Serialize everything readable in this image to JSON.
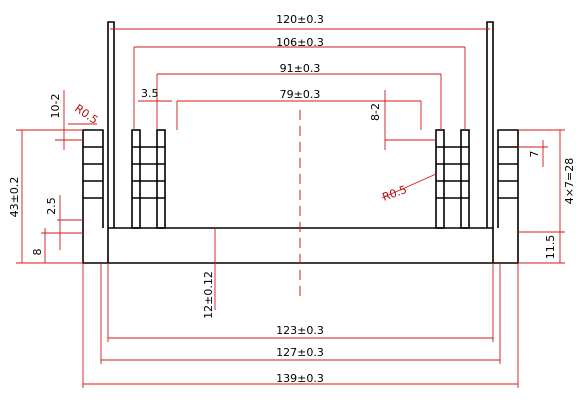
{
  "dimensions": {
    "top_outer": "120±0.3",
    "top_second": "106±0.3",
    "top_third": "91±0.3",
    "top_inner": "79±0.3",
    "bottom_inner": "123±0.3",
    "bottom_mid": "127±0.3",
    "bottom_outer": "139±0.3",
    "height_total": "43±0.2",
    "thickness_center": "12±0.12",
    "fin_gap": "3.5",
    "fin_pitch_top_left": "10-2",
    "fin_pitch_top_right": "8-2",
    "radius_left": "R0.5",
    "radius_right": "R0.5",
    "fin_thickness": "2.5",
    "base_left": "8",
    "fin_pitch": "7",
    "fin_span": "4×7=28",
    "base_right": "11.5"
  },
  "colors": {
    "outline": "#000000",
    "dimension": "#d01818"
  }
}
